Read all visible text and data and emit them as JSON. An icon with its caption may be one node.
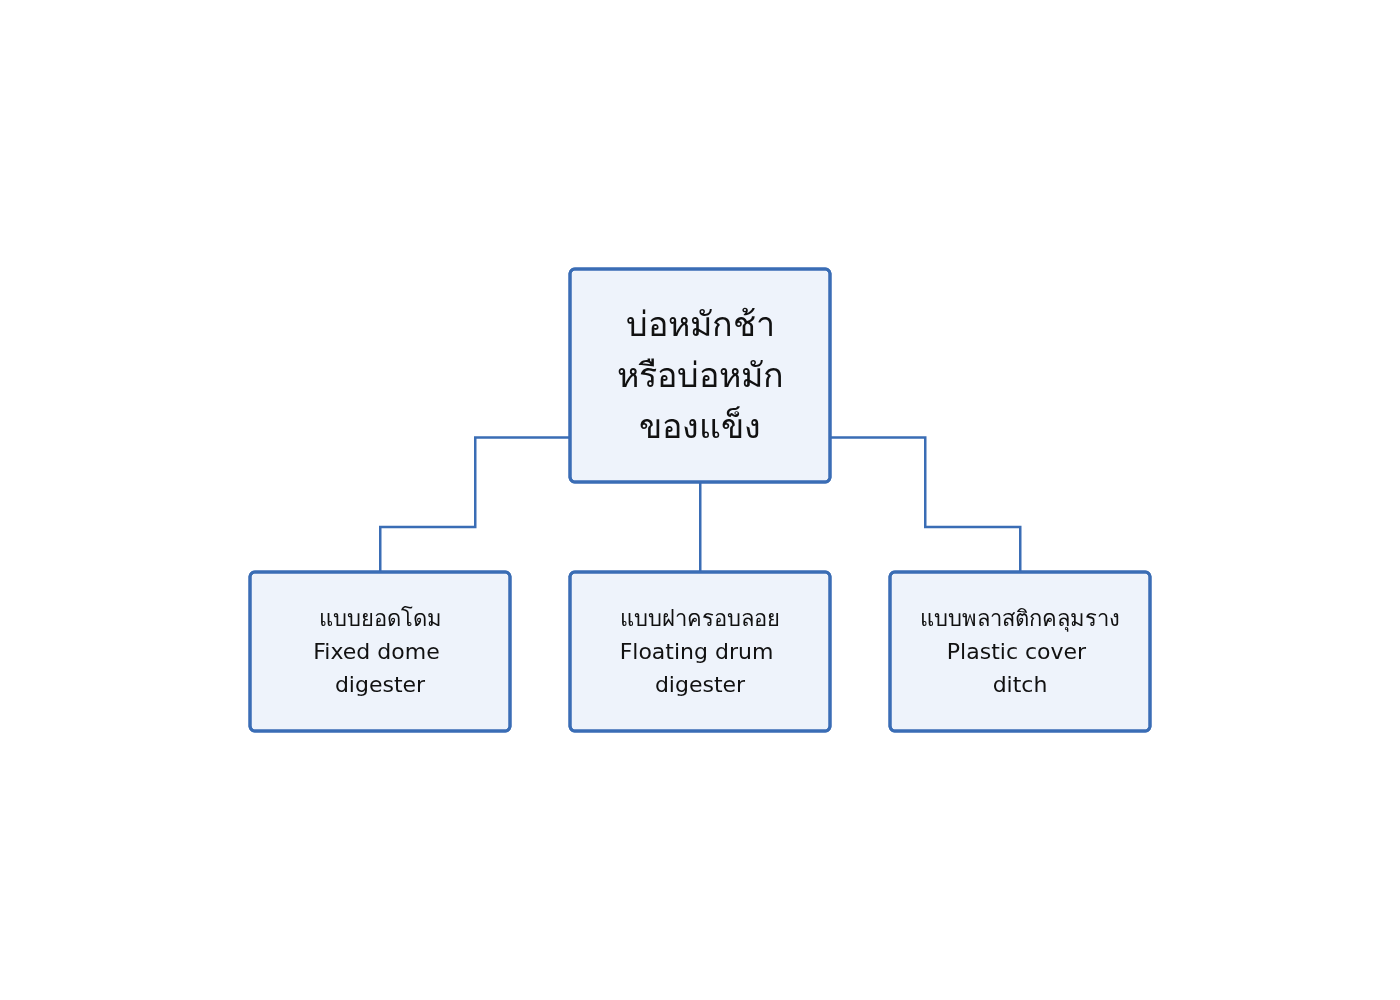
{
  "diagram": {
    "nodes": [
      {
        "text": [
          "บ่อหมักช้าหรือบ่อหมักของแข็ง"
        ]
      },
      {
        "text": [
          "แบบยอดโดม",
          "Fixed dome digester"
        ]
      },
      {
        "text": [
          "แบบฝาครอบลอย",
          "Floating drum digester"
        ]
      },
      {
        "text": [
          "แบบพลาสติกคลุมราง",
          "Plastic cover ditch"
        ]
      }
    ],
    "edges": [
      {
        "from": 0,
        "to": 1,
        "arrow": "none"
      },
      {
        "from": 0,
        "to": 2,
        "arrow": "none"
      },
      {
        "from": 0,
        "to": 3,
        "arrow": "none"
      }
    ]
  }
}
